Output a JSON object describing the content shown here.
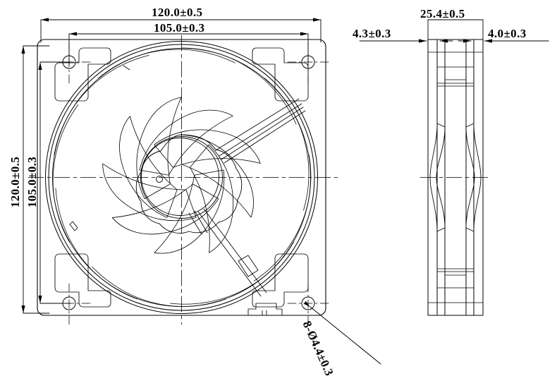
{
  "drawing": {
    "type": "mechanical-engineering-drawing",
    "subject": "axial DC cooling fan 120mm",
    "units": "mm",
    "line_color": "#000000",
    "background_color": "#ffffff"
  },
  "views": {
    "front": {
      "name": "front-view",
      "frame_size_mm": 120.0,
      "blade_count": 9,
      "mounting_holes": 4,
      "corner_radius_mm": 5
    },
    "side": {
      "name": "side-view",
      "thickness_mm": 25.4
    }
  },
  "dimensions": {
    "overall_width": "120.0±0.5",
    "hole_pitch_horizontal": "105.0±0.3",
    "overall_height": "120.0±0.5",
    "hole_pitch_vertical": "105.0±0.3",
    "depth": "25.4±0.5",
    "flange_left": "4.3±0.3",
    "flange_right": "4.0±0.3",
    "hole_callout": "8-Ø4.4±0.3"
  }
}
